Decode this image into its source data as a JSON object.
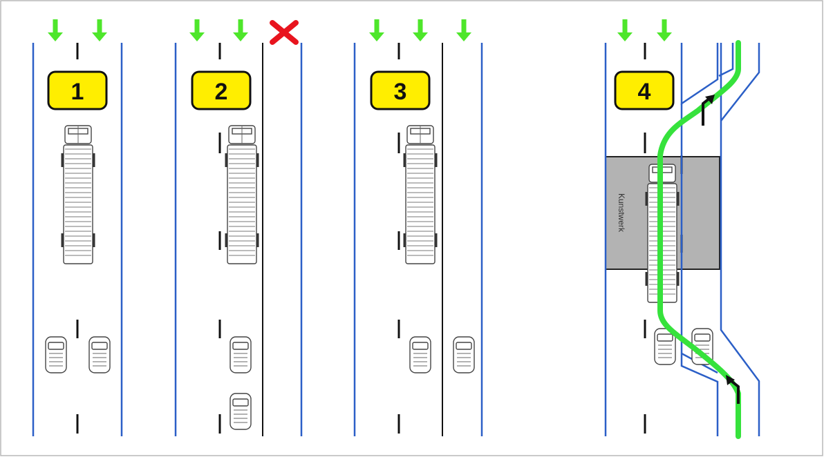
{
  "panels": [
    {
      "number": "1"
    },
    {
      "number": "2"
    },
    {
      "number": "3"
    },
    {
      "number": "4"
    }
  ],
  "structure_label": "Kunstwerk",
  "colors": {
    "lane_line": "#2b5fc7",
    "arrow": "#4ee62b",
    "closed_cross": "#e8141e",
    "badge": "#ffee00",
    "route": "#36e23c",
    "structure": "#b3b3b3"
  },
  "icons": [
    "down-arrow-icon",
    "cross-icon",
    "truck-icon",
    "car-icon",
    "turn-arrow-icon"
  ]
}
